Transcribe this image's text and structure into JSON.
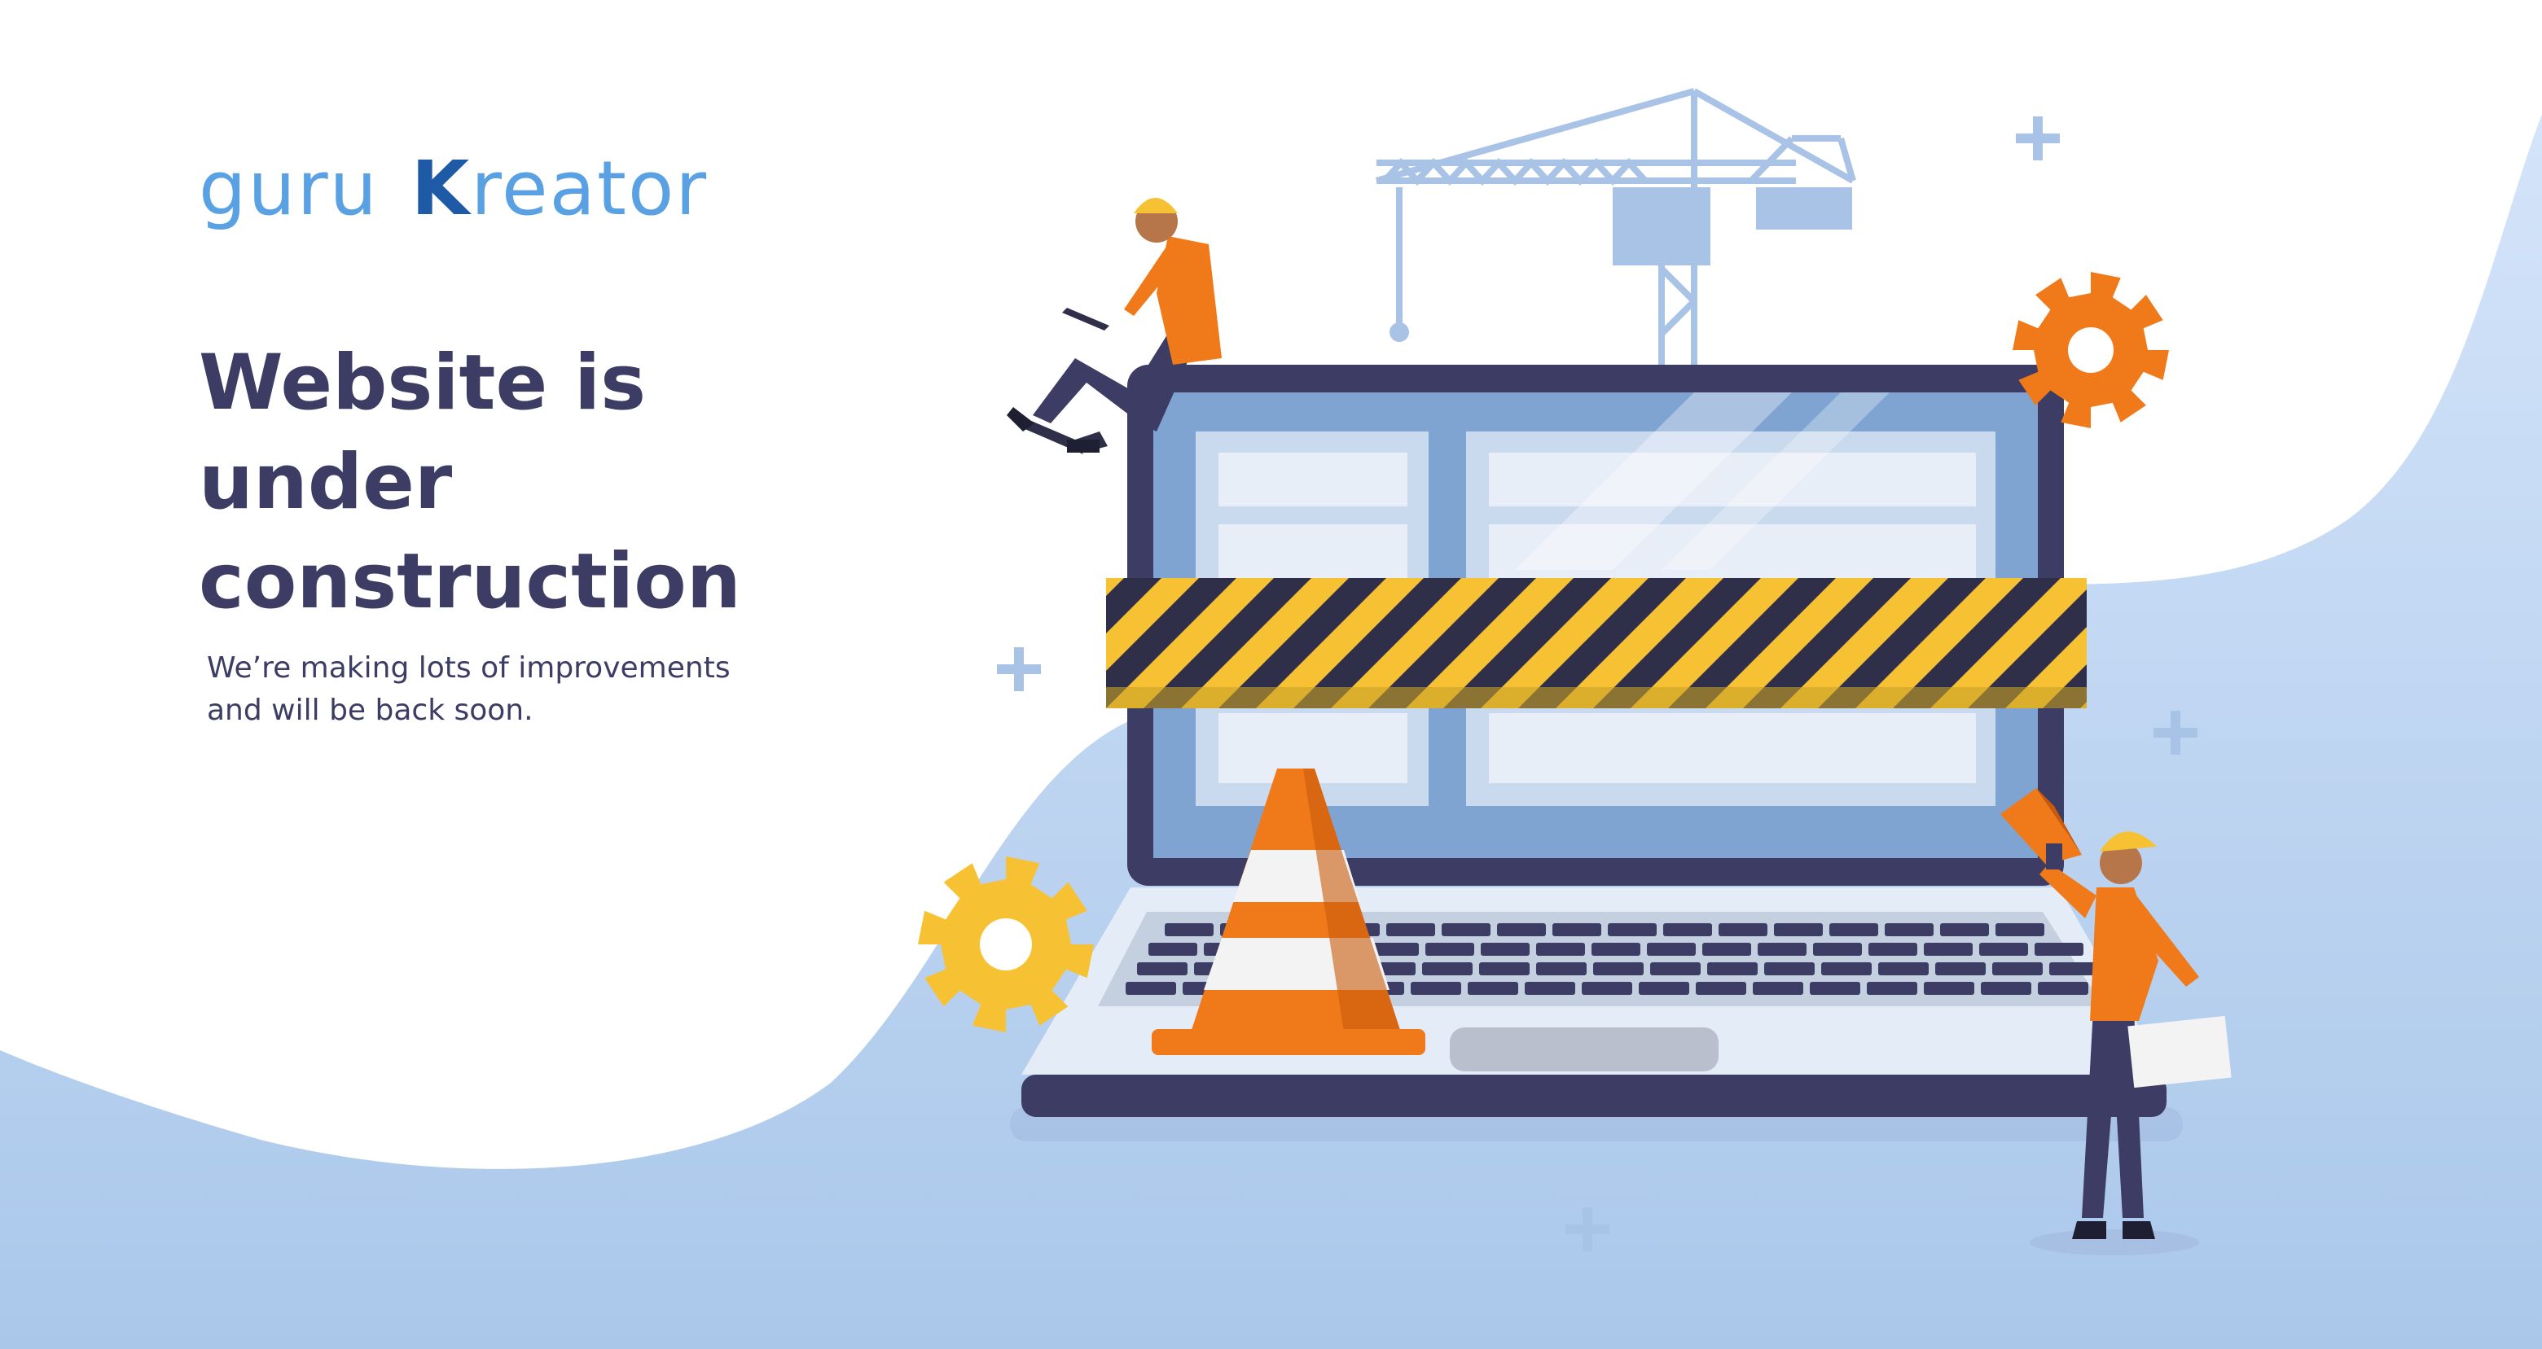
{
  "brand": {
    "part1": "guru",
    "part2_initial": "K",
    "part2_rest": "reator"
  },
  "headline": {
    "line1": "Website is",
    "line2": "under",
    "line3": "construction"
  },
  "subtext": {
    "line1": "We’re making lots of improvements",
    "line2": "and will be back soon."
  },
  "colors": {
    "heading": "#3d3c64",
    "brand_blue": "#5aa1e3",
    "brand_dark_blue": "#1f5aa6",
    "background_blue": "#c9ddf5",
    "accent_orange": "#f07a1a",
    "accent_yellow": "#f6c234"
  },
  "illustration": {
    "icons": [
      "crane-icon",
      "gear-icon",
      "traffic-cone-icon",
      "caution-tape-icon",
      "laptop-icon",
      "megaphone-icon",
      "worker-icon",
      "plus-icon"
    ]
  }
}
